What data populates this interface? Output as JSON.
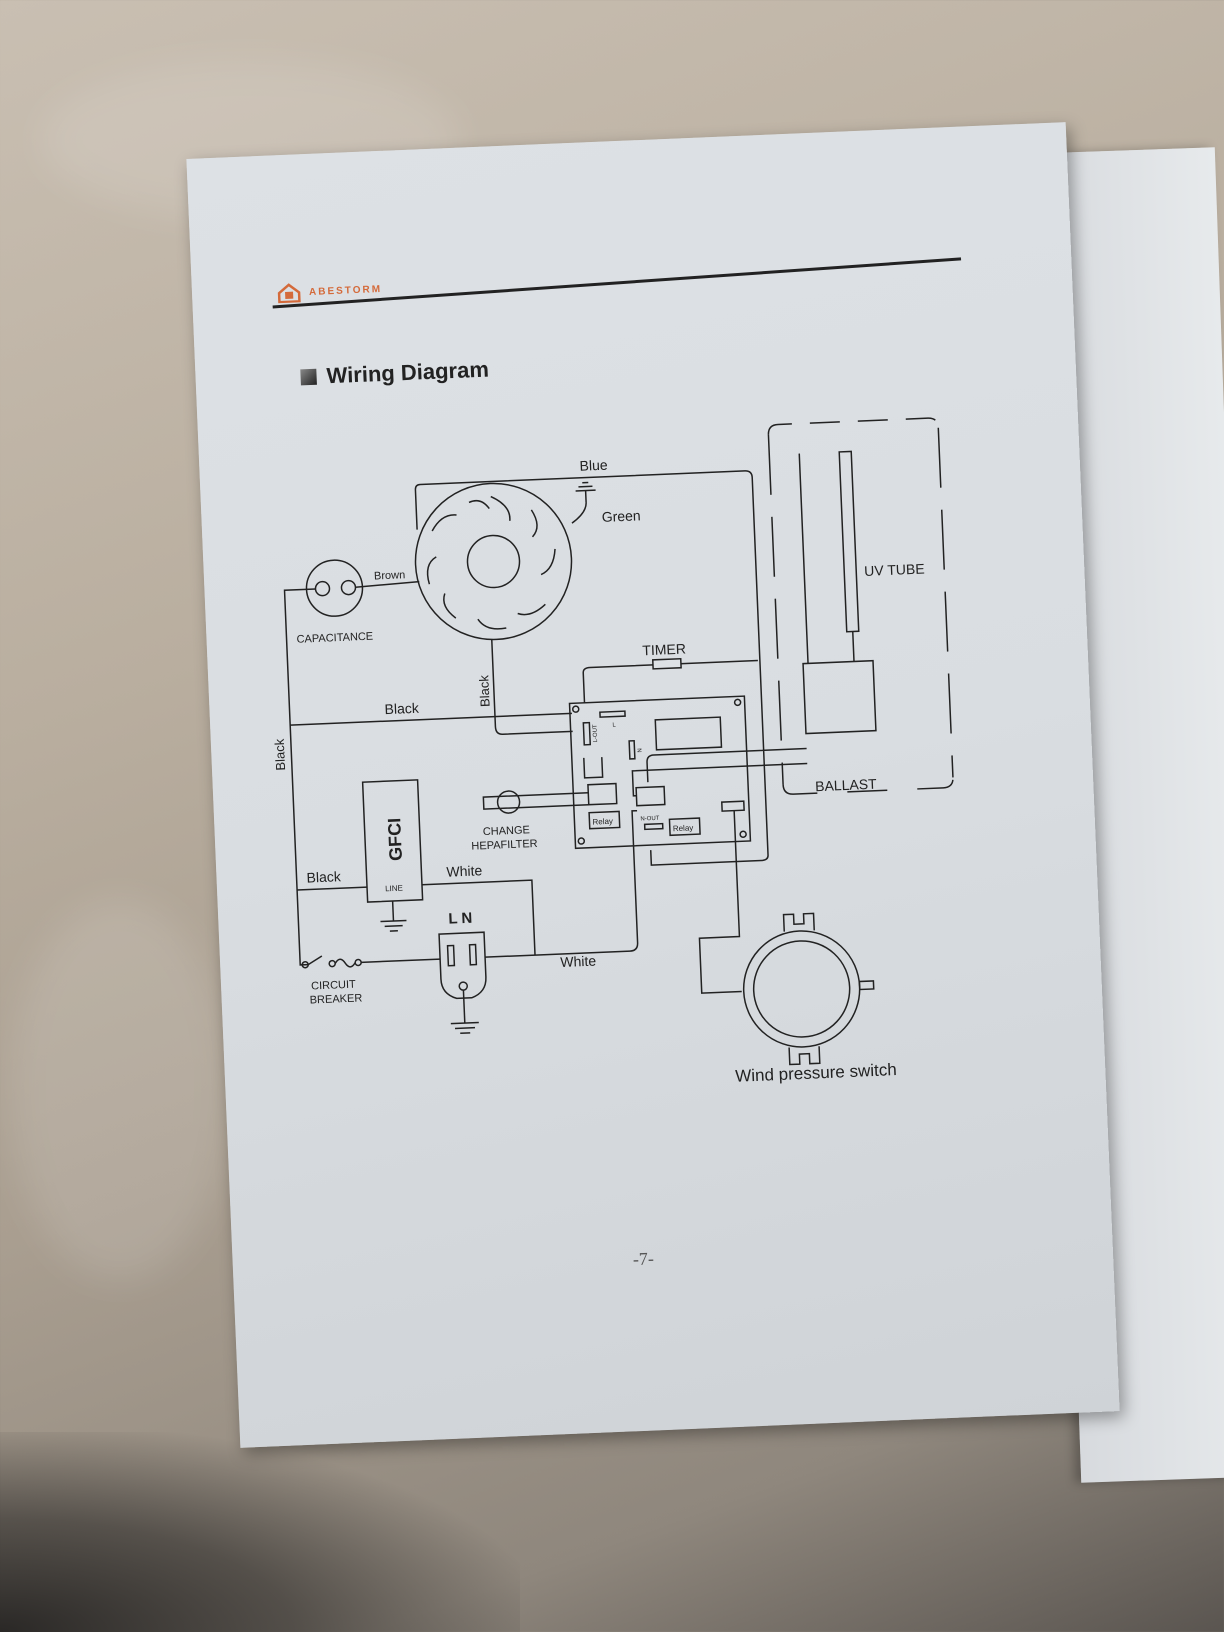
{
  "brand": {
    "logo_text": "ABESTORM"
  },
  "section": {
    "title": "Wiring Diagram"
  },
  "page_number": "-7-",
  "labels": {
    "blue": "Blue",
    "green": "Green",
    "brown": "Brown",
    "capacitance": "CAPACITANCE",
    "timer": "TIMER",
    "black_top": "Black",
    "black_fan": "Black",
    "black_left": "Black",
    "black_bottom": "Black",
    "uv_tube": "UV TUBE",
    "ballast": "BALLAST",
    "gfci": "GFCI",
    "line": "LINE",
    "white_top": "White",
    "white_bottom": "White",
    "change_filter_1": "CHANGE",
    "change_filter_2": "HEPAFILTER",
    "relay_1": "Relay",
    "relay_2": "Relay",
    "n_out": "N-OUT",
    "l_out": "L-OUT",
    "l_term": "L",
    "n_term": "N",
    "plug_ln": "L  N",
    "circuit_breaker_1": "CIRCUIT",
    "circuit_breaker_2": "BREAKER",
    "wind_pressure_switch": "Wind pressure switch"
  },
  "colors": {
    "ink": "#222222",
    "brand": "#d46a3a"
  }
}
